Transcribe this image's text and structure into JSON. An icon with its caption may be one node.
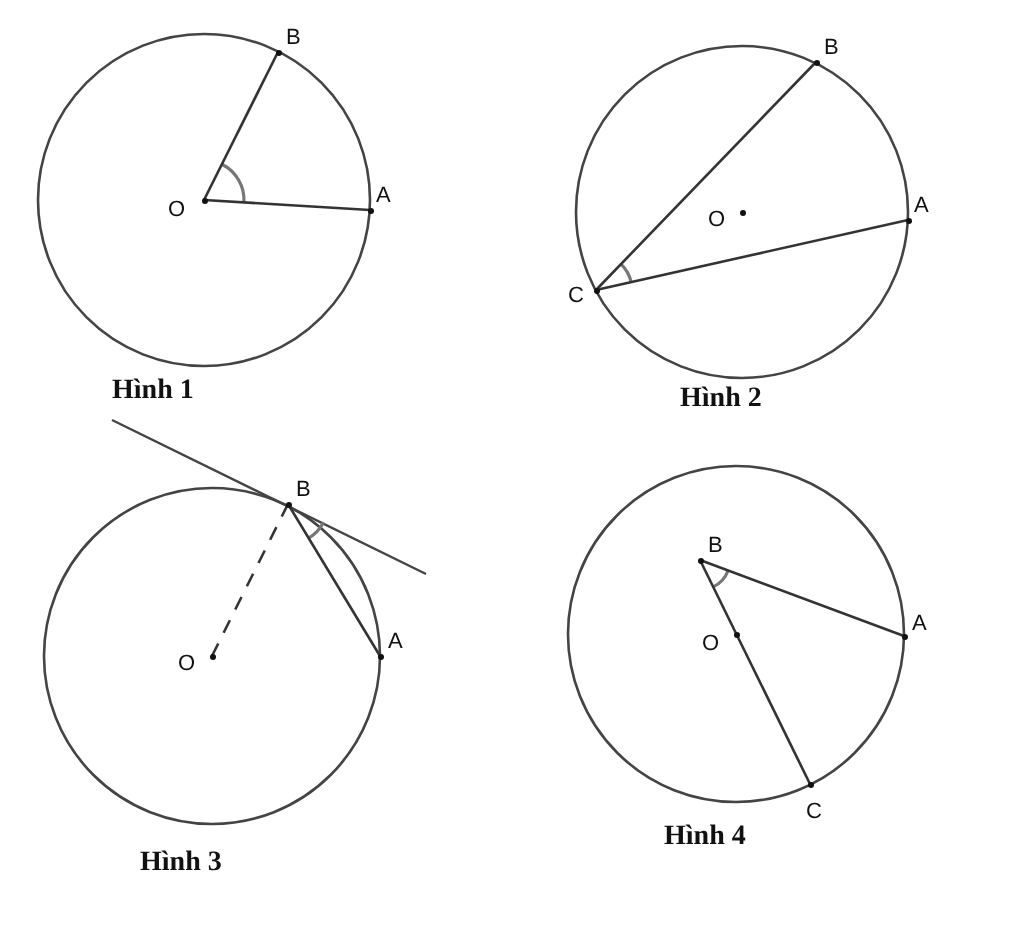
{
  "diagram": {
    "nodes": [
      {
        "text": [
          "O"
        ]
      },
      {
        "text": [
          "B"
        ]
      },
      {
        "text": [
          "A"
        ]
      },
      {
        "text": [
          "O"
        ]
      },
      {
        "text": [
          "B"
        ]
      },
      {
        "text": [
          "A"
        ]
      },
      {
        "text": [
          "C"
        ]
      },
      {
        "text": [
          "B"
        ]
      },
      {
        "text": [
          "A"
        ]
      },
      {
        "text": [
          "O"
        ]
      },
      {
        "text": [
          "B"
        ]
      },
      {
        "text": [
          "A"
        ]
      },
      {
        "text": [
          "O"
        ]
      },
      {
        "text": [
          "C"
        ]
      }
    ],
    "edges": [
      {
        "from": 0,
        "to": 2,
        "arrow": "none"
      },
      {
        "from": 0,
        "to": 1,
        "arrow": "none"
      },
      {
        "from": 6,
        "to": 4,
        "arrow": "none"
      },
      {
        "from": 6,
        "to": 5,
        "arrow": "none"
      },
      {
        "from": 7,
        "to": 8,
        "arrow": "none"
      },
      {
        "from": 9,
        "to": 7,
        "arrow": "none",
        "style": "dashed"
      },
      {
        "from": 10,
        "to": 11,
        "arrow": "none"
      },
      {
        "from": 10,
        "to": 13,
        "arrow": "none"
      }
    ],
    "labels": [
      "Hình 1",
      "Hình 2",
      "Hình 3",
      "Hình 4"
    ]
  }
}
